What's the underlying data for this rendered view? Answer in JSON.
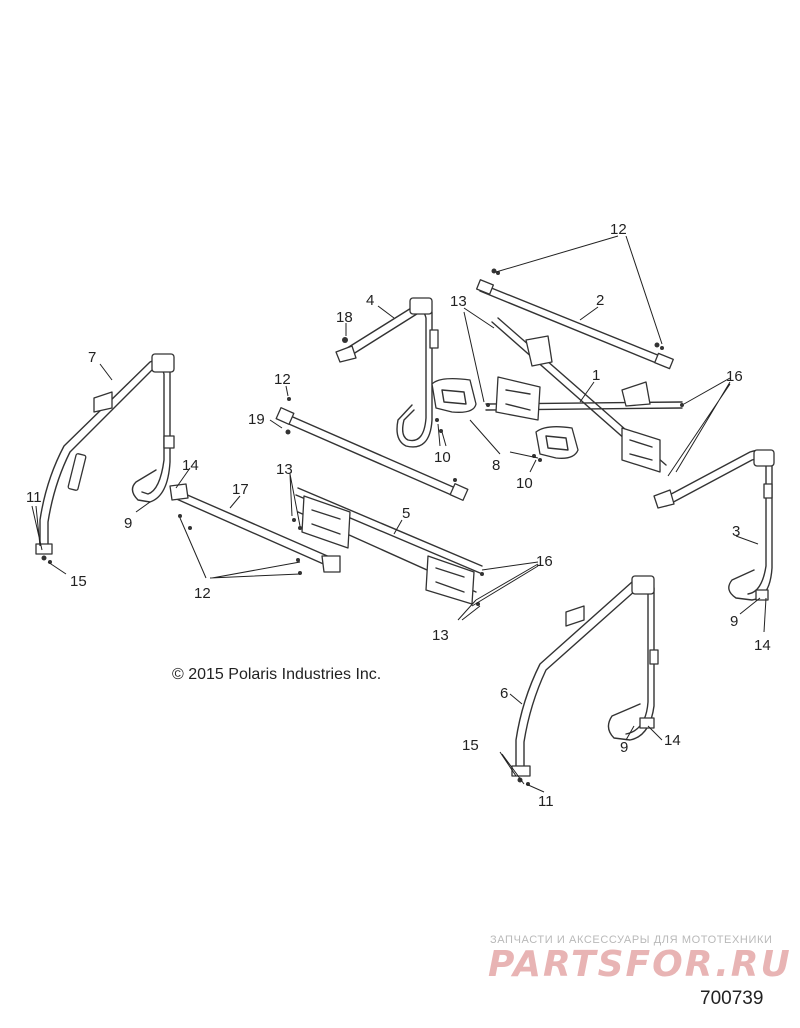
{
  "callouts": [
    {
      "id": "c12a",
      "text": "12"
    },
    {
      "id": "c2",
      "text": "2"
    },
    {
      "id": "c13a",
      "text": "13"
    },
    {
      "id": "c4",
      "text": "4"
    },
    {
      "id": "c18",
      "text": "18"
    },
    {
      "id": "c1",
      "text": "1"
    },
    {
      "id": "c16a",
      "text": "16"
    },
    {
      "id": "c7",
      "text": "7"
    },
    {
      "id": "c12b",
      "text": "12"
    },
    {
      "id": "c19",
      "text": "19"
    },
    {
      "id": "c10a",
      "text": "10"
    },
    {
      "id": "c8",
      "text": "8"
    },
    {
      "id": "c10b",
      "text": "10"
    },
    {
      "id": "c14a",
      "text": "14"
    },
    {
      "id": "c13b",
      "text": "13"
    },
    {
      "id": "c17",
      "text": "17"
    },
    {
      "id": "c11a",
      "text": "11"
    },
    {
      "id": "c9a",
      "text": "9"
    },
    {
      "id": "c5",
      "text": "5"
    },
    {
      "id": "c3",
      "text": "3"
    },
    {
      "id": "c15a",
      "text": "15"
    },
    {
      "id": "c16b",
      "text": "16"
    },
    {
      "id": "c12c",
      "text": "12"
    },
    {
      "id": "c9b",
      "text": "9"
    },
    {
      "id": "c14b",
      "text": "14"
    },
    {
      "id": "c13c",
      "text": "13"
    },
    {
      "id": "c6",
      "text": "6"
    },
    {
      "id": "c15b",
      "text": "15"
    },
    {
      "id": "c9c",
      "text": "9"
    },
    {
      "id": "c14c",
      "text": "14"
    },
    {
      "id": "c11b",
      "text": "11"
    }
  ],
  "copyright": "© 2015 Polaris Industries Inc.",
  "watermark": {
    "tagline": "ЗАПЧАСТИ И АКСЕССУАРЫ ДЛЯ МОТОТЕХНИКИ",
    "logo": "PARTSFOR.RU"
  },
  "diagram_id": "700739",
  "colors": {
    "line": "#333333",
    "watermark_logo": "#e8b4b4",
    "watermark_text": "#b9b9b9"
  }
}
